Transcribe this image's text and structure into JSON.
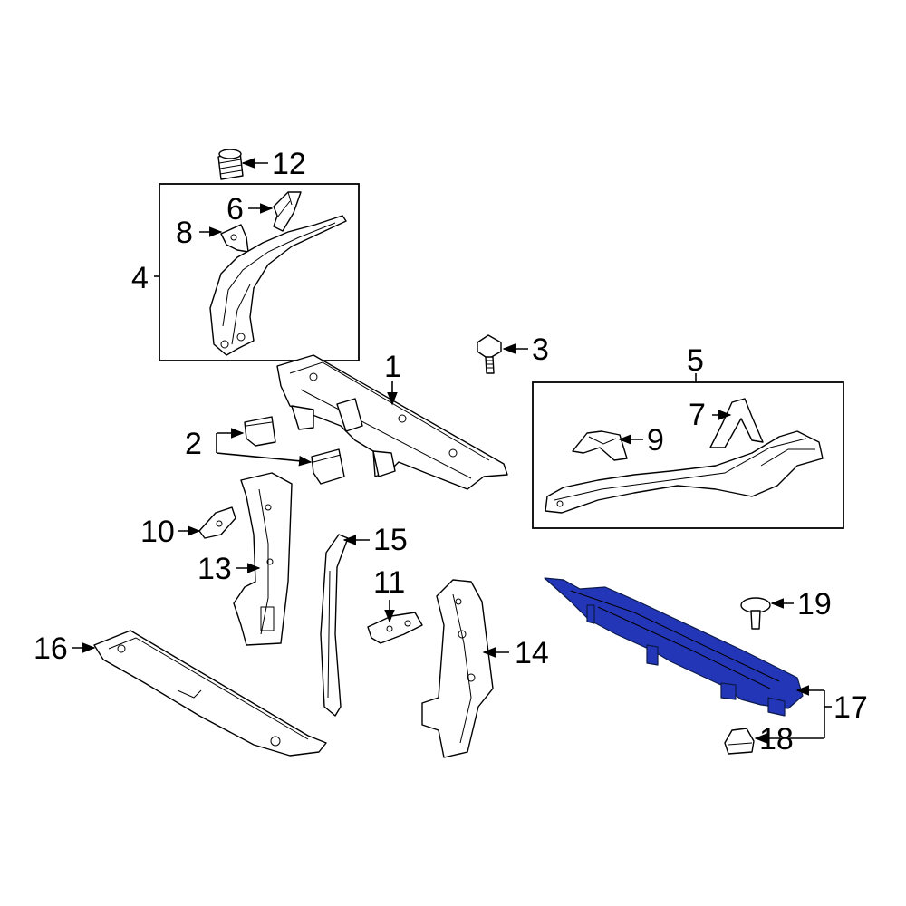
{
  "diagram": {
    "highlight_color": "#2336b8",
    "callouts": [
      {
        "key": "c1",
        "text": "1"
      },
      {
        "key": "c2",
        "text": "2"
      },
      {
        "key": "c3",
        "text": "3"
      },
      {
        "key": "c4",
        "text": "4"
      },
      {
        "key": "c5",
        "text": "5"
      },
      {
        "key": "c6",
        "text": "6"
      },
      {
        "key": "c7",
        "text": "7"
      },
      {
        "key": "c8",
        "text": "8"
      },
      {
        "key": "c9",
        "text": "9"
      },
      {
        "key": "c10",
        "text": "10"
      },
      {
        "key": "c11",
        "text": "11"
      },
      {
        "key": "c12",
        "text": "12"
      },
      {
        "key": "c13",
        "text": "13"
      },
      {
        "key": "c14",
        "text": "14"
      },
      {
        "key": "c15",
        "text": "15"
      },
      {
        "key": "c16",
        "text": "16"
      },
      {
        "key": "c17",
        "text": "17"
      },
      {
        "key": "c18",
        "text": "18"
      },
      {
        "key": "c19",
        "text": "19"
      }
    ]
  }
}
